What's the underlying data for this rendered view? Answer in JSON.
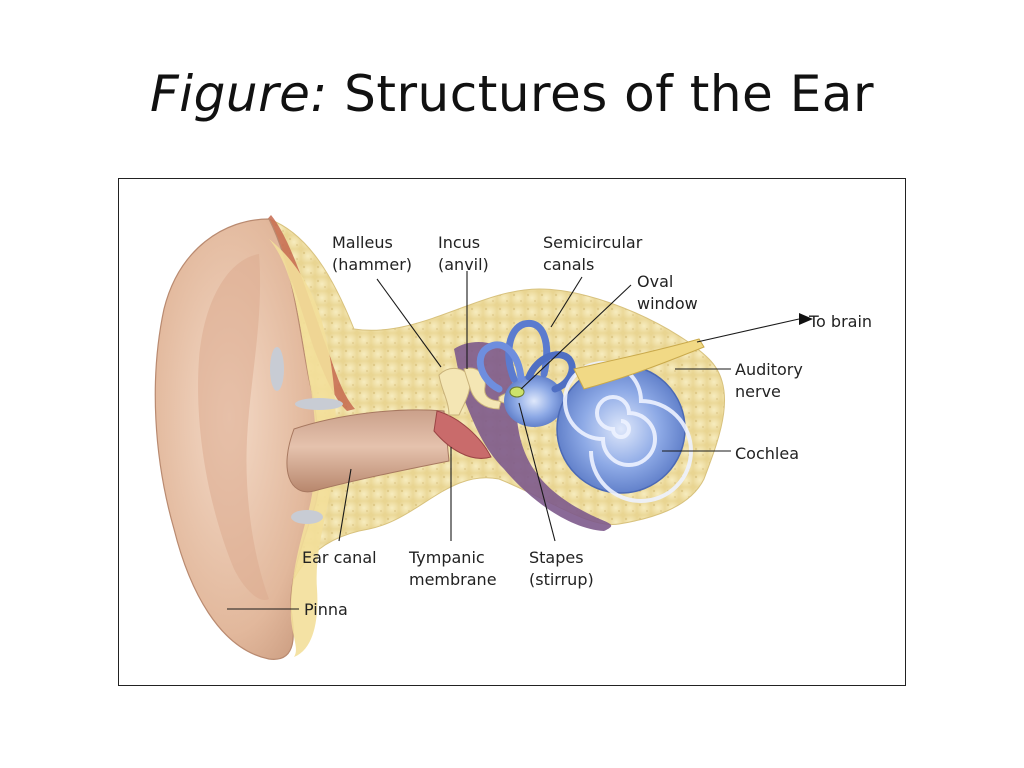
{
  "slide": {
    "title_prefix": "Figure:",
    "title_rest": "Structures of the Ear"
  },
  "labels": {
    "malleus": {
      "line1": "Malleus",
      "line2": "(hammer)"
    },
    "incus": {
      "line1": "Incus",
      "line2": "(anvil)"
    },
    "semicircular_canals": {
      "line1": "Semicircular",
      "line2": "canals"
    },
    "oval_window": {
      "line1": "Oval",
      "line2": "window"
    },
    "to_brain": "To brain",
    "auditory_nerve": {
      "line1": "Auditory",
      "line2": "nerve"
    },
    "cochlea": "Cochlea",
    "ear_canal": "Ear canal",
    "tympanic_membrane": {
      "line1": "Tympanic",
      "line2": "membrane"
    },
    "stapes": {
      "line1": "Stapes",
      "line2": "(stirrup)"
    },
    "pinna": "Pinna"
  },
  "colors": {
    "skin": "#e8c6ad",
    "skin_dark": "#c99a7e",
    "bone": "#f2e3a8",
    "cochlea_blue": "#6f8fd6",
    "inner_purple": "#7d5a8c",
    "tympanic_red": "#c96b6b"
  }
}
